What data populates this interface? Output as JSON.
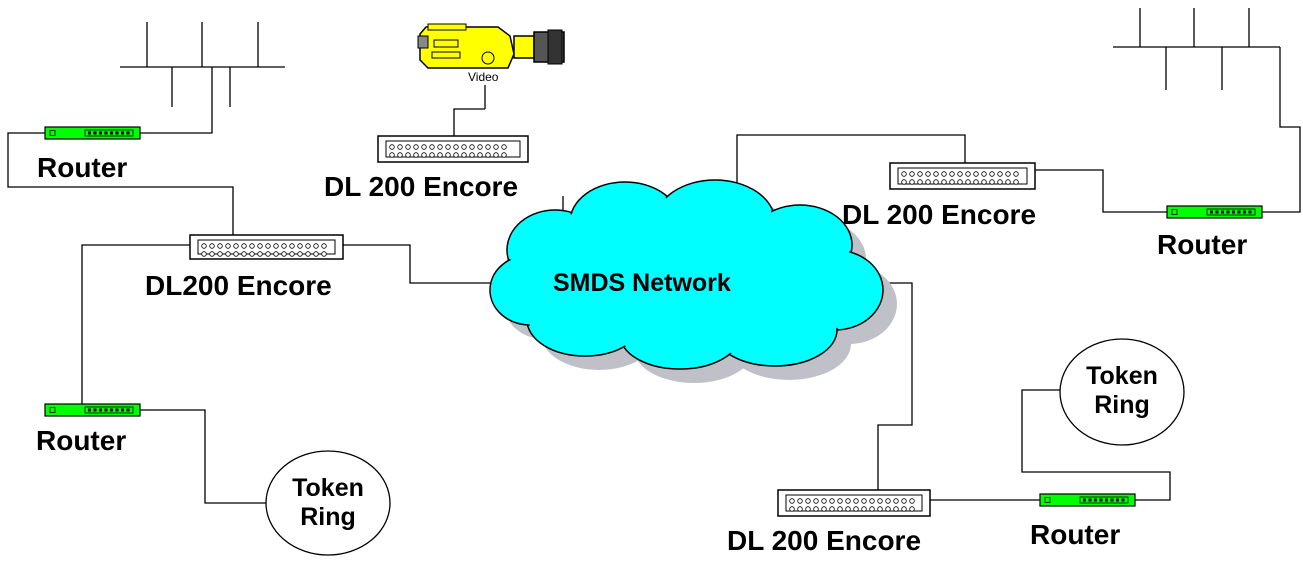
{
  "colors": {
    "cloud": "#00FFFF",
    "cloud_shadow": "#C0C0C8",
    "router_body": "#00FF00",
    "camera_body": "#FFFF00",
    "line": "#000000"
  },
  "cloud_label": "SMDS Network",
  "video_label": "Video",
  "routers": {
    "top_left": "Router",
    "top_right": "Router",
    "bottom_left": "Router",
    "bottom_right": "Router"
  },
  "encores": {
    "top_center": "DL 200 Encore",
    "left": "DL200 Encore",
    "right": "DL 200 Encore",
    "bottom": "DL 200 Encore"
  },
  "token_rings": {
    "bottom_left": {
      "line1": "Token",
      "line2": "Ring"
    },
    "right": {
      "line1": "Token",
      "line2": "Ring"
    }
  }
}
